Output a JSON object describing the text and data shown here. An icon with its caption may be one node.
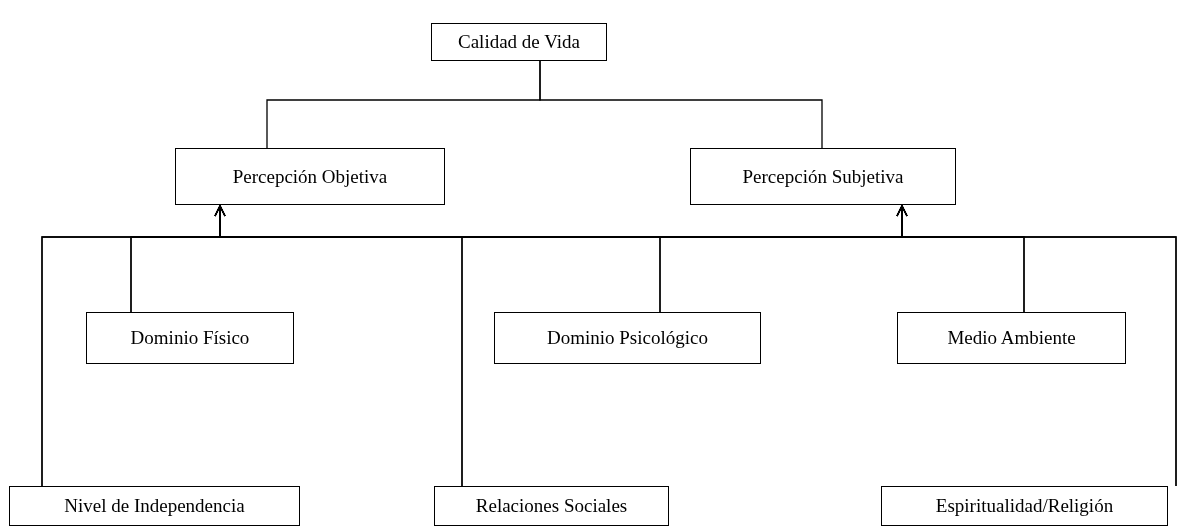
{
  "diagram": {
    "nodes": [
      {
        "text": [
          "Calidad de Vida"
        ]
      },
      {
        "text": [
          "Percepción Objetiva"
        ]
      },
      {
        "text": [
          "Percepción Subjetiva"
        ]
      },
      {
        "text": [
          "Dominio Físico"
        ]
      },
      {
        "text": [
          "Dominio Psicológico"
        ]
      },
      {
        "text": [
          "Medio Ambiente"
        ]
      },
      {
        "text": [
          "Nivel de Independencia"
        ]
      },
      {
        "text": [
          "Relaciones Sociales"
        ]
      },
      {
        "text": [
          "Espiritualidad/Religión"
        ]
      }
    ],
    "edges": [
      {
        "from": 0,
        "to": 1,
        "arrow": "none"
      },
      {
        "from": 0,
        "to": 2,
        "arrow": "none"
      },
      {
        "from": 3,
        "to": 1,
        "arrow": "to"
      },
      {
        "from": 3,
        "to": 2,
        "arrow": "to"
      },
      {
        "from": 4,
        "to": 1,
        "arrow": "to"
      },
      {
        "from": 4,
        "to": 2,
        "arrow": "to"
      },
      {
        "from": 5,
        "to": 1,
        "arrow": "to"
      },
      {
        "from": 5,
        "to": 2,
        "arrow": "to"
      },
      {
        "from": 6,
        "to": 1,
        "arrow": "to"
      },
      {
        "from": 6,
        "to": 2,
        "arrow": "to"
      },
      {
        "from": 7,
        "to": 1,
        "arrow": "to"
      },
      {
        "from": 7,
        "to": 2,
        "arrow": "to"
      },
      {
        "from": 8,
        "to": 1,
        "arrow": "to"
      },
      {
        "from": 8,
        "to": 2,
        "arrow": "to"
      }
    ]
  }
}
